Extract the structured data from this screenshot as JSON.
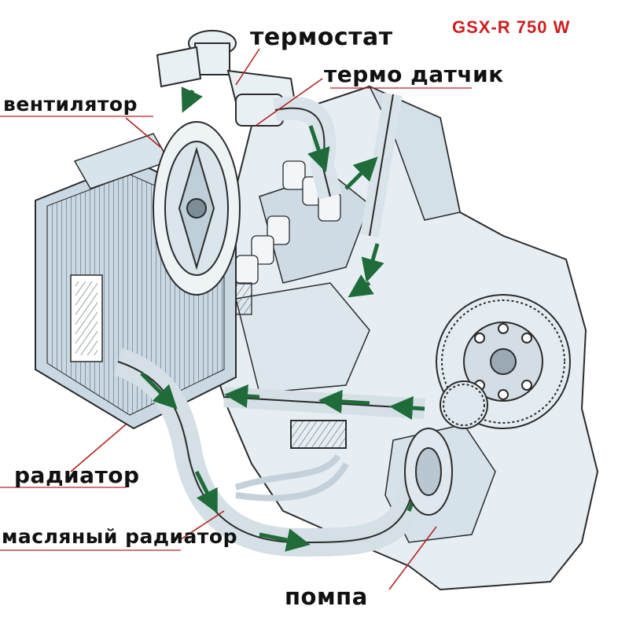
{
  "model_title": "GSX-R 750 W",
  "labels": {
    "thermostat": "термостат",
    "temp_sensor": "термо датчик",
    "fan": "вентилятор",
    "radiator": "радиатор",
    "oil_cooler": "масляный радиатор",
    "pump": "помпа"
  },
  "colors": {
    "title_red": "#cc1f1f",
    "line_color": "#2b2b2b",
    "pointer_red": "#b32424",
    "coolant_green": "#1f6b3a",
    "engine_fill": "#dde8ef",
    "radiator_fill": "#c9d8e2"
  }
}
